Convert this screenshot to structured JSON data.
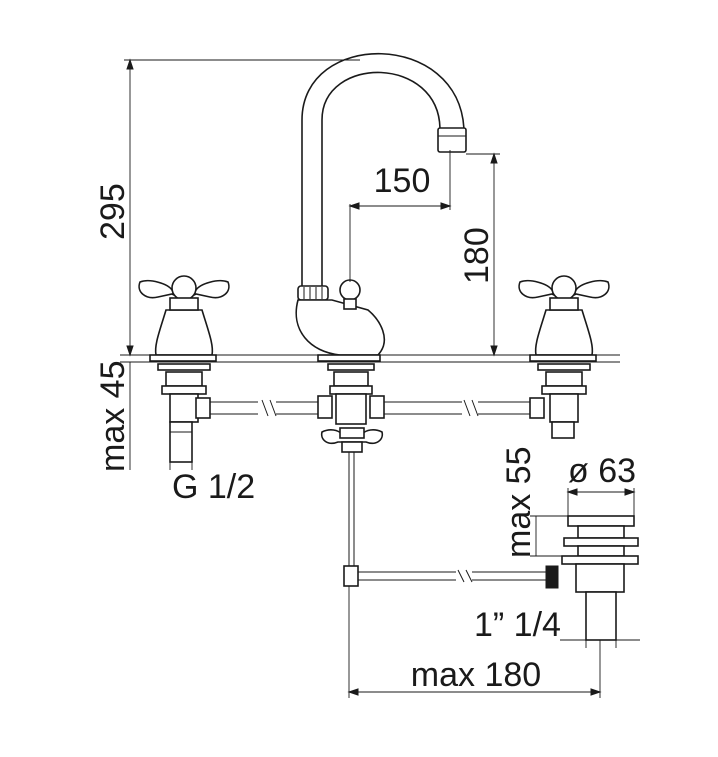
{
  "dimensions": {
    "height_total": "295",
    "spout_reach": "150",
    "spout_height": "180",
    "max_deck_thickness": "max 45",
    "inlet_thread": "G 1/2",
    "max_waste_height": "max 55",
    "waste_diameter": "ø 63",
    "waste_outlet": "1” 1/4",
    "max_pop_up_length": "max 180"
  },
  "colors": {
    "line": "#1a1a1a",
    "background": "#ffffff"
  }
}
